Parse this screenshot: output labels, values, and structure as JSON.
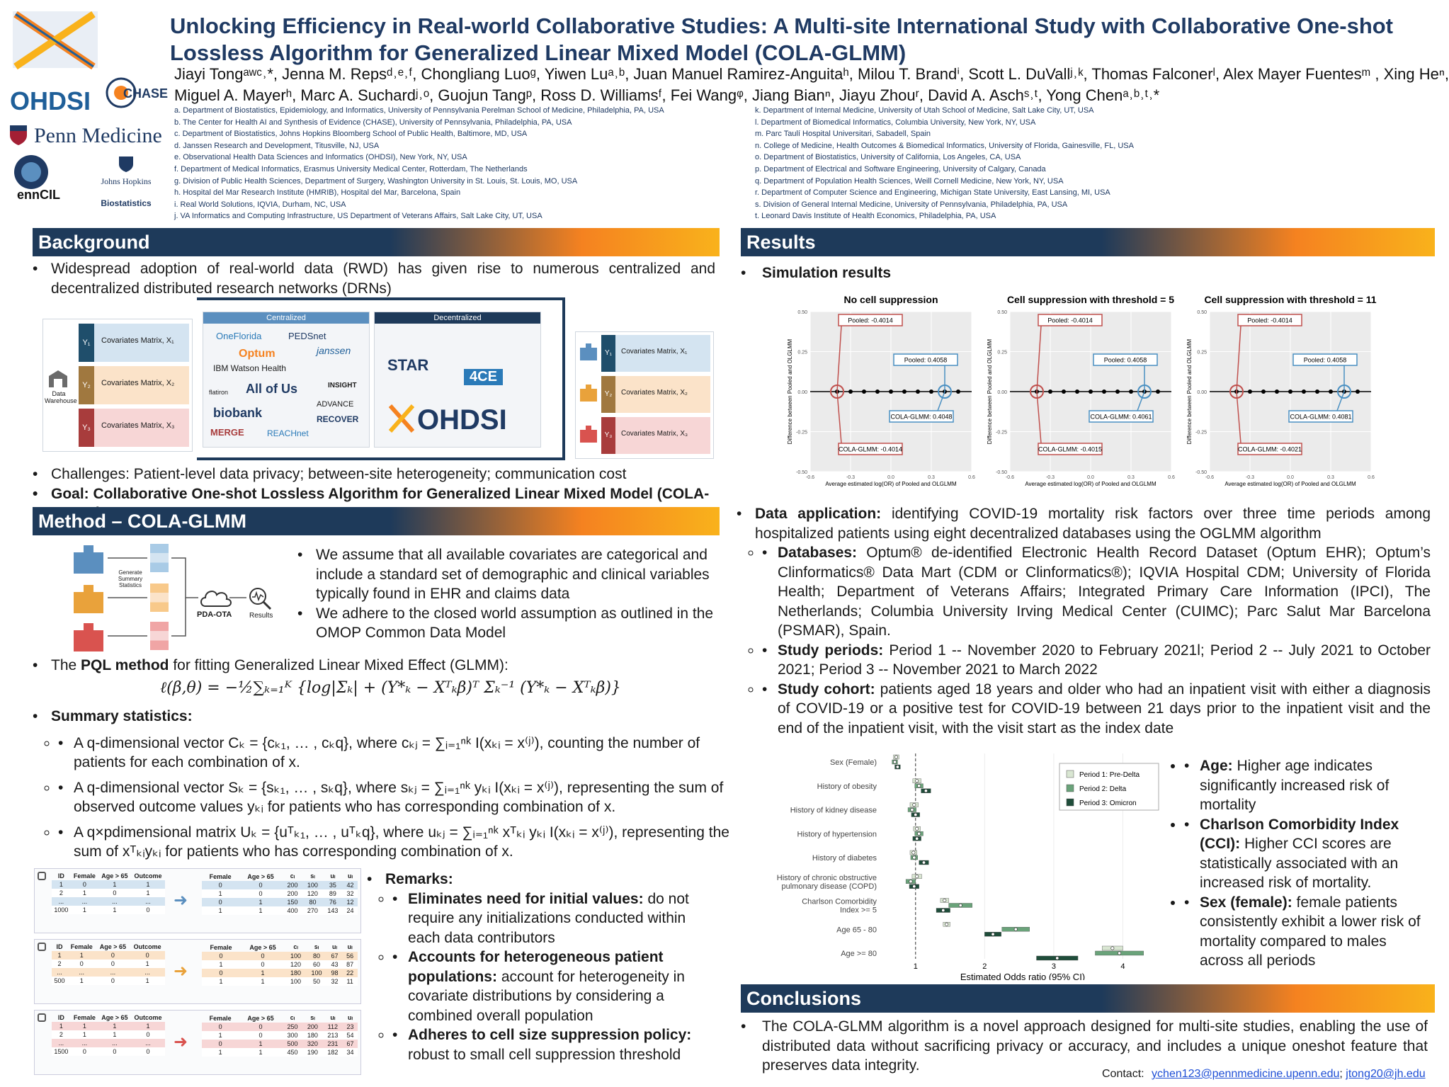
{
  "header": {
    "title": "Unlocking Efficiency in Real-world Collaborative Studies: A Multi-site International Study with Collaborative One-shot Lossless Algorithm for Generalized Linear Mixed Model (COLA-GLMM)",
    "authors_line1": "Jiayi Tongᵃʷᶜ˒*, Jenna M. Repsᵈ˒ᵉ˒ᶠ, Chongliang Luoᵍ, Yiwen Luᵃ˒ᵇ, Juan Manuel Ramirez-Anguitaʰ, Milou T. Brandⁱ, Scott L. DuVallʲ˒ᵏ, Thomas Falconerˡ, Alex Mayer Fuentesᵐ , Xing Heⁿ,",
    "authors_line2": "Miguel A. Mayerʰ, Marc A. Suchardʲ˒ᵒ, Guojun Tangᵖ, Ross D. Williamsᶠ, Fei Wangᵠ, Jiang Bianⁿ, Jiayu Zhouʳ, David A. Aschˢ˒ᵗ, Yong Chenᵃ˒ᵇ˒ᵗ˒*",
    "affiliations_left": [
      "a. Department of Biostatistics, Epidemiology, and Informatics, University of Pennsylvania Perelman School of Medicine, Philadelphia, PA, USA",
      "b. The Center for Health AI and Synthesis of Evidence (CHASE), University of Pennsylvania, Philadelphia, PA, USA",
      "c. Department of Biostatistics, Johns Hopkins Bloomberg School of Public Health, Baltimore, MD, USA",
      "d. Janssen Research and Development, Titusville, NJ, USA",
      "e. Observational Health Data Sciences and Informatics (OHDSI), New York, NY, USA",
      "f. Department of Medical Informatics, Erasmus University Medical Center, Rotterdam, The Netherlands",
      "g. Division of Public Health Sciences, Department of Surgery, Washington University in St. Louis, St. Louis, MO, USA",
      "h. Hospital del Mar Research Institute (HMRIB), Hospital del Mar, Barcelona, Spain",
      "i. Real World Solutions, IQVIA, Durham, NC, USA",
      "j. VA Informatics and Computing Infrastructure, US Department of Veterans Affairs, Salt Lake City, UT, USA"
    ],
    "affiliations_right": [
      "k. Department of Internal Medicine, University of Utah School of Medicine, Salt Lake City, UT, USA",
      "l. Department of Biomedical Informatics, Columbia University, New York, NY, USA",
      "m. Parc Taulí Hospital Universitari, Sabadell, Spain",
      "n. College of Medicine, Health Outcomes & Biomedical Informatics, University of Florida, Gainesville, FL, USA",
      "o. Department of Biostatistics, University of California, Los Angeles, CA, USA",
      "p. Department of Electrical and Software Engineering, University of Calgary, Canada",
      "q. Department of Population Health Sciences, Weill Cornell Medicine, New York, NY, USA",
      "r. Department of Computer Science and Engineering, Michigan State University, East Lansing, MI, USA",
      "s. Division of General Internal Medicine, University of Pennsylvania, Philadelphia, PA, USA",
      "t. Leonard Davis Institute of Health Economics, Philadelphia, PA, USA"
    ],
    "logos": {
      "ohdsi": "OHDSI",
      "chase": "CHASE",
      "penn": "Penn Medicine",
      "penncil": "ennCIL",
      "jhu": "Johns Hopkins",
      "jhu_sub": "Biostatistics"
    }
  },
  "background": {
    "heading": "Background",
    "bullet1": "Widespread adoption of real-world data (RWD) has given rise to numerous centralized and decentralized distributed research networks (DRNs)",
    "challenges": "Challenges: Patient-level data privacy; between-site heterogeneity; communication cost",
    "goal": "Goal: Collaborative One-shot Lossless Algorithm for Generalized Linear Mixed Model (COLA-GLMM)",
    "figure": {
      "covariates": [
        "Covariates Matrix, X₁",
        "Covariates Matrix, X₂",
        "Covariates Matrix, X₃"
      ],
      "y_labels": [
        "Y₁",
        "Y₂",
        "Y₃"
      ],
      "warehouse": "Data Warehouse",
      "centralized": "Centralized",
      "decentralized": "Decentralized",
      "central_logos": [
        "OneFlorida",
        "PEDSnet",
        "Optum",
        "janssen",
        "IBM Watson Health",
        "All of Us",
        "INSIGHT",
        "ADVANCE",
        "biobank",
        "RECOVER",
        "MERGE",
        "REACHnet",
        "flatiron"
      ],
      "decentral_logos": [
        "STAR",
        "4CE",
        "OHDSI"
      ]
    }
  },
  "method": {
    "heading": "Method – COLA-GLMM",
    "fig_labels": {
      "generate": "Generate Summary Statistics",
      "pda": "PDA-OTA",
      "results": "Results"
    },
    "assume": "We assume that all available covariates are categorical and include a standard set of demographic and clinical variables typically found in EHR and claims data",
    "adhere": "We adhere to the closed world assumption as outlined in the OMOP Common Data Model",
    "pql_pre": "The ",
    "pql_bold": "PQL method",
    "pql_post": " for fitting Generalized Linear Mixed Effect (GLMM):",
    "formula": "ℓ(β,θ) = −½∑ₖ₌₁ᴷ {log|Σₖ| + (Y*ₖ − Xᵀₖβ)ᵀ Σₖ⁻¹ (Y*ₖ − Xᵀₖβ)}",
    "summary_heading": "Summary statistics:",
    "stat1": "A q-dimensional vector Cₖ = {cₖ₁, … , cₖq}, where cₖⱼ = ∑ᵢ₌₁ⁿᵏ I(xₖᵢ = x⁽ʲ⁾), counting the number of patients for each combination of x.",
    "stat2": "A q-dimensional vector Sₖ = {sₖ₁, … , sₖq}, where sₖⱼ = ∑ᵢ₌₁ⁿᵏ yₖᵢ I(xₖᵢ = x⁽ʲ⁾), representing the sum of observed outcome values yₖᵢ for patients who has corresponding combination of x.",
    "stat3": "A q×pdimensional matrix Uₖ = {uᵀₖ₁, … , uᵀₖq}, where uₖⱼ = ∑ᵢ₌₁ⁿᵏ xᵀₖᵢ yₖᵢ I(xₖᵢ = x⁽ʲ⁾), representing the sum of xᵀₖᵢyₖᵢ for patients who has corresponding combination of x.",
    "remarks_heading": "Remarks:",
    "r1_bold": "Eliminates need for initial values:",
    "r1": " do not require any initializations conducted within each data contributors",
    "r2_bold": "Accounts for heterogeneous patient populations:",
    "r2": " account for heterogeneity in covariate distributions by considering a combined overall population",
    "r3_bold": "Adheres to cell size suppression policy:",
    "r3": " robust to small cell suppression threshold",
    "tables": {
      "left_header": [
        "ID",
        "Female",
        "Age > 65",
        "Outcome"
      ],
      "right_header": [
        "Female",
        "Age > 65",
        "c",
        "s",
        "u"
      ],
      "sites": [
        {
          "left_rows": [
            [
              "1",
              "0",
              "1",
              "1"
            ],
            [
              "2",
              "1",
              "0",
              "1"
            ],
            [
              "...",
              "...",
              "...",
              "..."
            ],
            [
              "1000",
              "1",
              "1",
              "0"
            ]
          ],
          "right_rows": [
            [
              "0",
              "0",
              "200",
              "100",
              "35",
              "42"
            ],
            [
              "1",
              "0",
              "200",
              "120",
              "89",
              "32"
            ],
            [
              "0",
              "1",
              "150",
              "80",
              "76",
              "12"
            ],
            [
              "1",
              "1",
              "400",
              "270",
              "143",
              "24"
            ]
          ]
        },
        {
          "left_rows": [
            [
              "1",
              "1",
              "0",
              "0"
            ],
            [
              "2",
              "0",
              "0",
              "1"
            ],
            [
              "...",
              "...",
              "...",
              "..."
            ],
            [
              "500",
              "1",
              "0",
              "1"
            ]
          ],
          "right_rows": [
            [
              "0",
              "0",
              "100",
              "80",
              "67",
              "56"
            ],
            [
              "1",
              "0",
              "120",
              "60",
              "43",
              "87"
            ],
            [
              "0",
              "1",
              "180",
              "100",
              "98",
              "22"
            ],
            [
              "1",
              "1",
              "100",
              "50",
              "32",
              "11"
            ]
          ]
        },
        {
          "left_rows": [
            [
              "1",
              "1",
              "1",
              "1"
            ],
            [
              "2",
              "1",
              "1",
              "0"
            ],
            [
              "...",
              "...",
              "...",
              "..."
            ],
            [
              "1500",
              "0",
              "0",
              "0"
            ]
          ],
          "right_rows": [
            [
              "0",
              "0",
              "250",
              "200",
              "112",
              "23"
            ],
            [
              "1",
              "0",
              "300",
              "180",
              "213",
              "54"
            ],
            [
              "0",
              "1",
              "500",
              "320",
              "231",
              "67"
            ],
            [
              "1",
              "1",
              "450",
              "190",
              "182",
              "34"
            ]
          ]
        }
      ]
    }
  },
  "results": {
    "heading": "Results",
    "sim_heading": "Simulation results",
    "ylabel": "Difference between Pooled and OLGLMM",
    "xlabel": "Average estimated log(OR) of Pooled and OLGLMM",
    "app_bold": "Data application:",
    "app": " identifying COVID-19 mortality risk factors over three time periods among hospitalized patients using eight decentralized databases using the OGLMM algorithm",
    "db_bold": "Databases:",
    "db": " Optum® de-identified Electronic Health Record Dataset (Optum EHR); Optum’s Clinformatics® Data Mart (CDM or Clinformatics®); IQVIA Hospital CDM; University of Florida Health; Department of Veterans Affairs; Integrated Primary Care Information (IPCI), The Netherlands; Columbia University Irving Medical Center (CUIMC); Parc Salut Mar Barcelona (PSMAR), Spain.",
    "periods_bold": "Study periods:",
    "periods": " Period 1 -- November 2020 to February 2021l; Period 2 -- July 2021 to October 2021; Period 3 -- November 2021 to March 2022",
    "cohort_bold": "Study cohort:",
    "cohort": " patients aged 18 years and older who had an inpatient visit with either a diagnosis of COVID-19 or a positive test for COVID-19 between 21 days prior to the inpatient visit and the end of the inpatient visit, with the visit start as the index date",
    "age_bold": "Age:",
    "age": " Higher age indicates significantly increased risk of mortality",
    "cci_bold": "Charlson Comorbidity Index (CCI):",
    "cci": " Higher CCI scores are statistically associated with an increased risk of mortality.",
    "sex_bold": "Sex (female):",
    "sex": " female patients consistently exhibit a lower risk of mortality compared to males across all periods"
  },
  "chart_data": [
    {
      "type": "scatter",
      "title": "No cell suppression",
      "xlabel": "Average estimated log(OR) of Pooled and OLGLMM",
      "ylabel": "Difference between Pooled and OLGLMM",
      "xlim": [
        -0.6,
        0.6
      ],
      "ylim": [
        -0.5,
        0.5
      ],
      "x_ticks": [
        "-0.6",
        "-0.3",
        "0.0",
        "0.3",
        "0.6"
      ],
      "y_ticks": [
        "0.50",
        "0.25",
        "0.00",
        "-0.25",
        "-0.50"
      ],
      "x": [
        -0.4,
        -0.3,
        -0.2,
        -0.1,
        0.0,
        0.1,
        0.2,
        0.3,
        0.4,
        0.5
      ],
      "y": [
        0,
        0,
        0,
        0,
        0,
        0,
        0,
        0,
        0,
        0
      ],
      "annotations": [
        "Pooled: -0.4014",
        "Pooled: 0.4058",
        "COLA-GLMM: 0.4048",
        "COLA-GLMM: -0.4014"
      ]
    },
    {
      "type": "scatter",
      "title": "Cell suppression with threshold = 5",
      "xlabel": "Average estimated log(OR) of Pooled and OLGLMM",
      "ylabel": "Difference between Pooled and OLGLMM",
      "xlim": [
        -0.6,
        0.6
      ],
      "ylim": [
        -0.5,
        0.5
      ],
      "x_ticks": [
        "-0.6",
        "-0.3",
        "0.0",
        "0.3",
        "0.6"
      ],
      "y_ticks": [
        "0.50",
        "0.25",
        "0.00",
        "-0.25",
        "-0.50"
      ],
      "x": [
        -0.4,
        -0.3,
        -0.2,
        -0.1,
        0.0,
        0.1,
        0.2,
        0.3,
        0.4,
        0.5
      ],
      "y": [
        0,
        0,
        0,
        0,
        0,
        0,
        0,
        0,
        0,
        0
      ],
      "annotations": [
        "Pooled: -0.4014",
        "Pooled: 0.4058",
        "COLA-GLMM: 0.4061",
        "COLA-GLMM: -0.4015"
      ]
    },
    {
      "type": "scatter",
      "title": "Cell suppression with threshold = 11",
      "xlabel": "Average estimated log(OR) of Pooled and OLGLMM",
      "ylabel": "Difference between Pooled and OLGLMM",
      "xlim": [
        -0.6,
        0.6
      ],
      "ylim": [
        -0.5,
        0.5
      ],
      "x_ticks": [
        "-0.6",
        "-0.3",
        "0.0",
        "0.3",
        "0.6"
      ],
      "y_ticks": [
        "0.50",
        "0.25",
        "0.00",
        "-0.25",
        "-0.50"
      ],
      "x": [
        -0.4,
        -0.3,
        -0.2,
        -0.1,
        0.0,
        0.1,
        0.2,
        0.3,
        0.4,
        0.5
      ],
      "y": [
        0,
        0,
        0,
        0,
        0,
        0,
        0,
        0,
        0,
        0
      ],
      "annotations": [
        "Pooled: -0.4014",
        "Pooled: 0.4058",
        "COLA-GLMM: 0.4081",
        "COLA-GLMM: -0.4021"
      ]
    },
    {
      "type": "scatter",
      "title": "",
      "xlabel": "Estimated Odds ratio (95% CI)",
      "ylabel": "",
      "xlim": [
        0.5,
        4.6
      ],
      "x_ticks": [
        "1",
        "2",
        "3",
        "4"
      ],
      "categories": [
        "Sex (Female)",
        "History of obesity",
        "History of kidney disease",
        "History of hypertension",
        "History of diabetes",
        "History of chronic obstructive pulmonary disease (COPD)",
        "Charlson Comorbidity Index >= 5",
        "Age 65 - 80",
        "Age >= 80"
      ],
      "series": [
        {
          "name": "Period 1: Pre-Delta",
          "color": "#d9e6d2",
          "estimate": [
            0.72,
            1.02,
            0.98,
            1.02,
            0.97,
            1.02,
            1.42,
            1.45,
            3.85
          ],
          "ci_low": [
            0.68,
            0.96,
            0.92,
            0.97,
            0.92,
            0.95,
            1.36,
            1.4,
            3.7
          ],
          "ci_high": [
            0.76,
            1.08,
            1.04,
            1.07,
            1.02,
            1.09,
            1.48,
            1.5,
            4.0
          ]
        },
        {
          "name": "Period 2: Delta",
          "color": "#6aa37a",
          "estimate": [
            0.7,
            1.05,
            0.95,
            1.05,
            0.98,
            0.93,
            1.65,
            2.45,
            3.95
          ],
          "ci_low": [
            0.66,
            0.99,
            0.89,
            0.99,
            0.93,
            0.86,
            1.48,
            2.25,
            3.6
          ],
          "ci_high": [
            0.74,
            1.11,
            1.01,
            1.11,
            1.03,
            1.0,
            1.82,
            2.65,
            4.3
          ]
        },
        {
          "name": "Period 3: Omicron",
          "color": "#1f4d3a",
          "estimate": [
            0.74,
            1.15,
            1.0,
            1.02,
            1.12,
            0.98,
            1.4,
            2.12,
            3.05
          ],
          "ci_low": [
            0.7,
            1.08,
            0.94,
            0.96,
            1.05,
            0.91,
            1.3,
            2.0,
            2.75
          ],
          "ci_high": [
            0.78,
            1.22,
            1.06,
            1.08,
            1.19,
            1.05,
            1.5,
            2.24,
            3.35
          ]
        }
      ]
    }
  ],
  "conclusions": {
    "heading": "Conclusions",
    "text": "The COLA-GLMM algorithm is a novel approach designed for multi-site studies, enabling the use of distributed data without sacrificing privacy or accuracy, and includes a unique oneshot feature that preserves data integrity.",
    "contact_label": "Contact:",
    "email1": "ychen123@pennmedicine.upenn.edu",
    "sep": "; ",
    "email2": "jtong20@jh.edu"
  },
  "colors": {
    "navy": "#1e3a5a",
    "orange": "#f58220",
    "yellow": "#f9b21b",
    "title": "#1f3a63",
    "annotation_red": "#c0504d",
    "annotation_blue": "#4a90c2",
    "site_blue": "#5b8fbf",
    "site_orange": "#e9a23b",
    "site_red": "#d9534f"
  }
}
